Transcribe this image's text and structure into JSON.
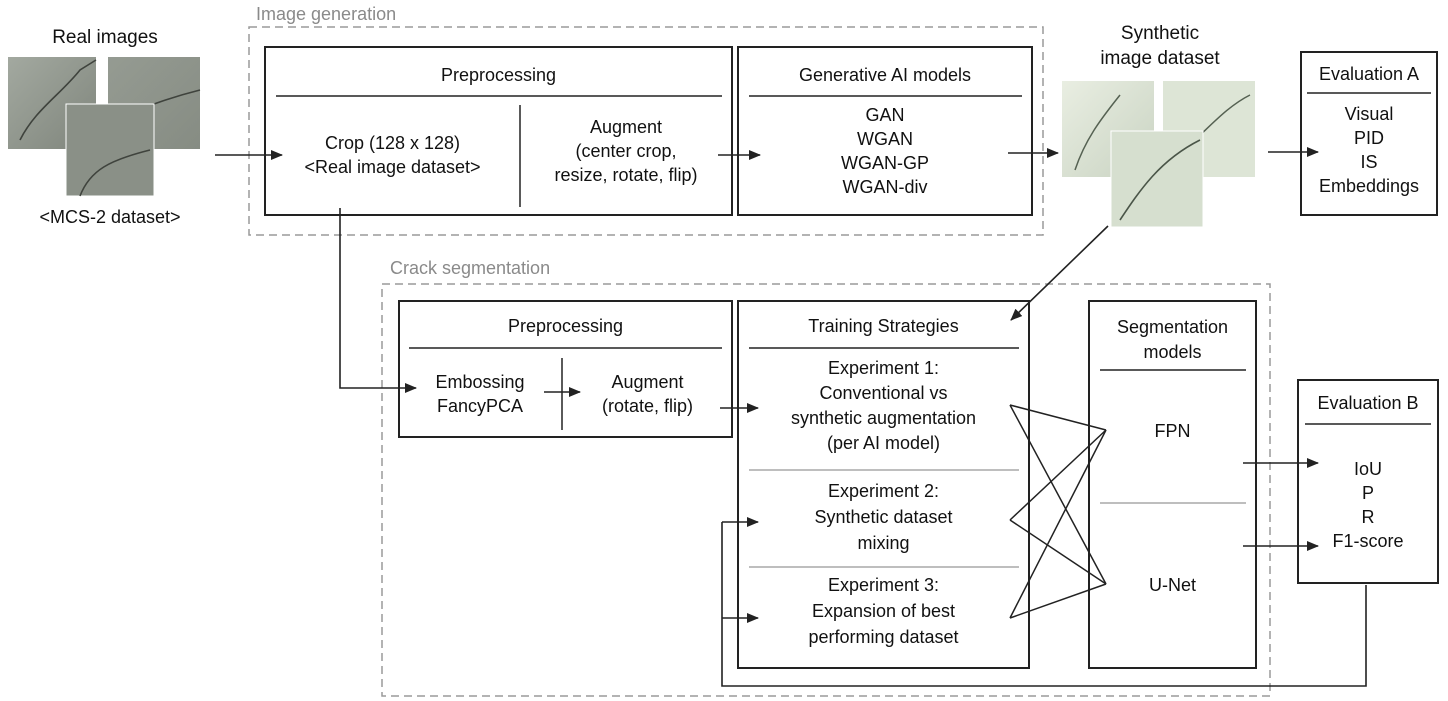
{
  "sections": {
    "image_generation": "Image generation",
    "crack_segmentation": "Crack segmentation"
  },
  "real": {
    "title": "Real images",
    "caption": "<MCS-2 dataset>"
  },
  "synthetic": {
    "title_line1": "Synthetic",
    "title_line2": "image dataset"
  },
  "gen_preprocessing": {
    "title": "Preprocessing",
    "crop_line1": "Crop (128 x 128)",
    "crop_line2": "<Real image dataset>",
    "augment_lines": [
      "Augment",
      "(center crop,",
      "resize, rotate, flip)"
    ]
  },
  "generative": {
    "title": "Generative AI models",
    "models": [
      "GAN",
      "WGAN",
      "WGAN-GP",
      "WGAN-div"
    ]
  },
  "evaluation_a": {
    "title": "Evaluation A",
    "items": [
      "Visual",
      "PID",
      "IS",
      "Embeddings"
    ]
  },
  "seg_preprocessing": {
    "title": "Preprocessing",
    "left_lines": [
      "Embossing",
      "FancyPCA"
    ],
    "right_lines": [
      "Augment",
      "(rotate, flip)"
    ]
  },
  "training": {
    "title": "Training Strategies",
    "exp1": [
      "Experiment 1:",
      "Conventional vs",
      "synthetic augmentation",
      "(per AI model)"
    ],
    "exp2": [
      "Experiment 2:",
      "Synthetic dataset",
      "mixing"
    ],
    "exp3": [
      "Experiment 3:",
      "Expansion of best",
      "performing dataset"
    ]
  },
  "seg_models": {
    "title_line1": "Segmentation",
    "title_line2": "models",
    "fpn": "FPN",
    "unet": "U-Net"
  },
  "evaluation_b": {
    "title": "Evaluation B",
    "items": [
      "IoU",
      "P",
      "R",
      "F1-score"
    ]
  },
  "colors": {
    "line": "#222222",
    "dashed": "#9a9a9a",
    "section_label": "#8a8a8a",
    "divider": "#a8a8a8",
    "real_photo": "#8e948c",
    "synthetic_photo": "#dfe6d8"
  }
}
